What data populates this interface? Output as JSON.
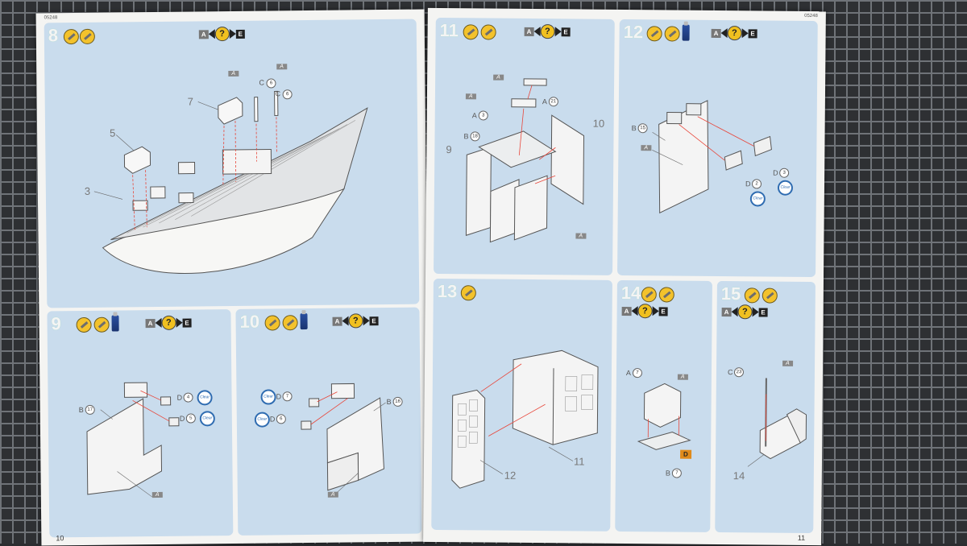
{
  "left_page": {
    "code": "05248",
    "page_number": "10",
    "steps": [
      {
        "number": "8",
        "choice": {
          "left": "A",
          "mark": "?",
          "right": "E"
        },
        "labels": {
          "s3": "3",
          "s5": "5",
          "s7": "7",
          "a1": "A",
          "a2": "A",
          "c1": "C",
          "c2": "C",
          "n1": "6",
          "n2": "6"
        }
      },
      {
        "number": "9",
        "choice": {
          "left": "A",
          "mark": "?",
          "right": "E"
        },
        "labels": {
          "b": "B",
          "b_n": "17",
          "d1": "D",
          "d1_n": "4",
          "d2": "D",
          "d2_n": "5",
          "clear": "Clear",
          "a": "A"
        }
      },
      {
        "number": "10",
        "choice": {
          "left": "A",
          "mark": "?",
          "right": "E"
        },
        "labels": {
          "b": "B",
          "b_n": "16",
          "d1": "D",
          "d1_n": "7",
          "d2": "D",
          "d2_n": "6",
          "clear": "Clear",
          "a": "A"
        }
      }
    ]
  },
  "right_page": {
    "code": "05248",
    "page_number": "11",
    "steps": [
      {
        "number": "11",
        "choice": {
          "left": "A",
          "mark": "?",
          "right": "E"
        },
        "labels": {
          "s9": "9",
          "s10": "10",
          "a_top": "A",
          "a_left": "A",
          "a_n": "3",
          "a_r": "A",
          "a_rn": "21",
          "b": "B",
          "b_n": "18",
          "a_bottom": "A"
        }
      },
      {
        "number": "12",
        "choice": {
          "left": "A",
          "mark": "?",
          "right": "E"
        },
        "labels": {
          "b": "B",
          "b_n": "15",
          "a": "A",
          "d1": "D",
          "d1_n": "2",
          "d2": "D",
          "d2_n": "3",
          "clear": "Clear"
        }
      },
      {
        "number": "13",
        "labels": {
          "s11": "11",
          "s12": "12"
        }
      },
      {
        "number": "14",
        "choice": {
          "left": "A",
          "mark": "?",
          "right": "E"
        },
        "labels": {
          "a": "A",
          "a_n": "7",
          "a_tag": "A",
          "b": "B",
          "b_n": "7",
          "d_tag": "D"
        }
      },
      {
        "number": "15",
        "choice": {
          "left": "A",
          "mark": "?",
          "right": "E"
        },
        "labels": {
          "c": "C",
          "c_n": "23",
          "a_tag": "A",
          "s14": "14"
        }
      }
    ]
  },
  "colors": {
    "panel": "#c9dced",
    "tool": "#f3c22c",
    "arrow": "#e8473b",
    "glue": "#2a4fa0",
    "paint_d": "#e08a1a"
  }
}
